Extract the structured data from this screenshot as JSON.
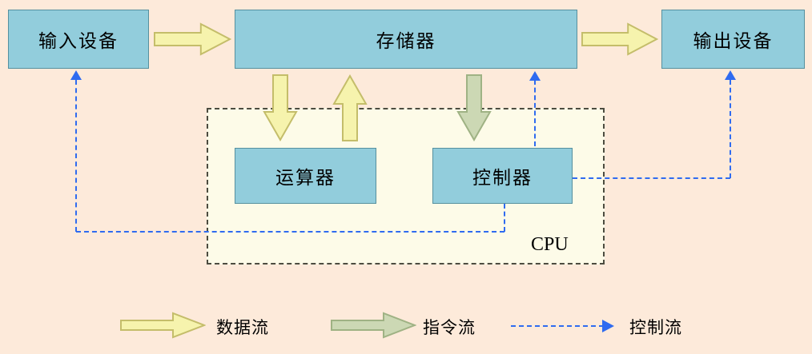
{
  "boxes": {
    "input": "输入设备",
    "memory": "存储器",
    "output": "输出设备",
    "alu": "运算器",
    "controller": "控制器",
    "cpu": "CPU"
  },
  "legend": {
    "data_flow": "数据流",
    "instruction_flow": "指令流",
    "control_flow": "控制流"
  },
  "colors": {
    "page-bg": "#fdeada",
    "box-fill": "#92cddc",
    "box-border": "#55909f",
    "data-arrow-fill": "#f6f3ad",
    "data-arrow-stroke": "#c4bd6a",
    "instr-arrow-fill": "#ccd8b4",
    "instr-arrow-stroke": "#9fb284",
    "control-color": "#2f6bf0",
    "cpu-bg": "#fdfbe8",
    "cpu-border": "#4c4c40"
  }
}
